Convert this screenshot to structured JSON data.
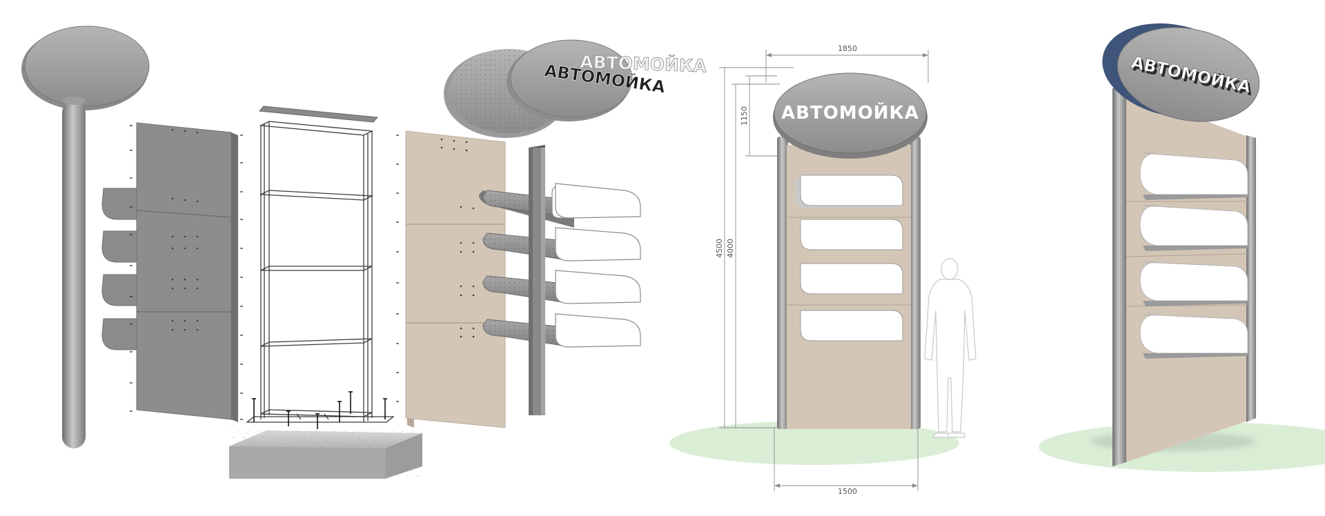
{
  "sign_text": "АВТОМОЙКА",
  "dimensions": {
    "width_top": "1850",
    "width_bottom": "1500",
    "height_total": "4500",
    "height_panel": "4000",
    "height_oval": "1150"
  },
  "colors": {
    "background": "#ffffff",
    "panel_beige": "#d4c6b7",
    "metal_gray": "#8f8f8f",
    "oval_gray": "#9a9a9a",
    "ground_green": "#d6ecd2",
    "dimension_line": "#8a8a8a"
  }
}
